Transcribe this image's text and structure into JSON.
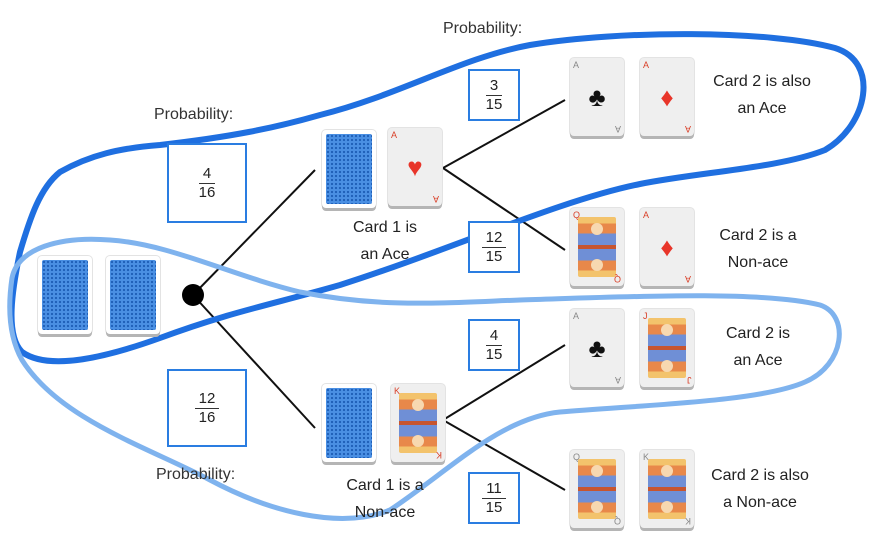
{
  "probability_labels": {
    "top": "Probability:",
    "upper": "Probability:",
    "lower": "Probability:"
  },
  "fractions": {
    "first_ace": {
      "num": "4",
      "den": "16"
    },
    "first_nonace": {
      "num": "12",
      "den": "16"
    },
    "ace_then_ace": {
      "num": "3",
      "den": "15"
    },
    "ace_then_nonace": {
      "num": "12",
      "den": "15"
    },
    "nonace_then_ace": {
      "num": "4",
      "den": "15"
    },
    "nonace_then_nonace": {
      "num": "11",
      "den": "15"
    }
  },
  "captions": {
    "card1_ace": [
      "Card 1 is",
      "an Ace"
    ],
    "card1_nonace": [
      "Card 1 is a",
      "Non-ace"
    ],
    "ace_ace": [
      "Card 2 is also",
      "an Ace"
    ],
    "ace_nonace": [
      "Card 2 is a",
      "Non-ace"
    ],
    "nonace_ace": [
      "Card 2 is",
      "an Ace"
    ],
    "nonace_nonace": [
      "Card 2 is also",
      "a Non-ace"
    ]
  },
  "card_ranks": {
    "ace": "A",
    "queen": "Q",
    "jack": "J",
    "king": "K"
  },
  "icons": {
    "heart": "♥",
    "diamond": "♦",
    "club": "♣",
    "spade": "♠"
  },
  "colors": {
    "loop_dark": "#1f6fe0",
    "loop_light": "#7fb3ee",
    "box_border": "#2a7de1",
    "red_suit": "#e8352a"
  }
}
